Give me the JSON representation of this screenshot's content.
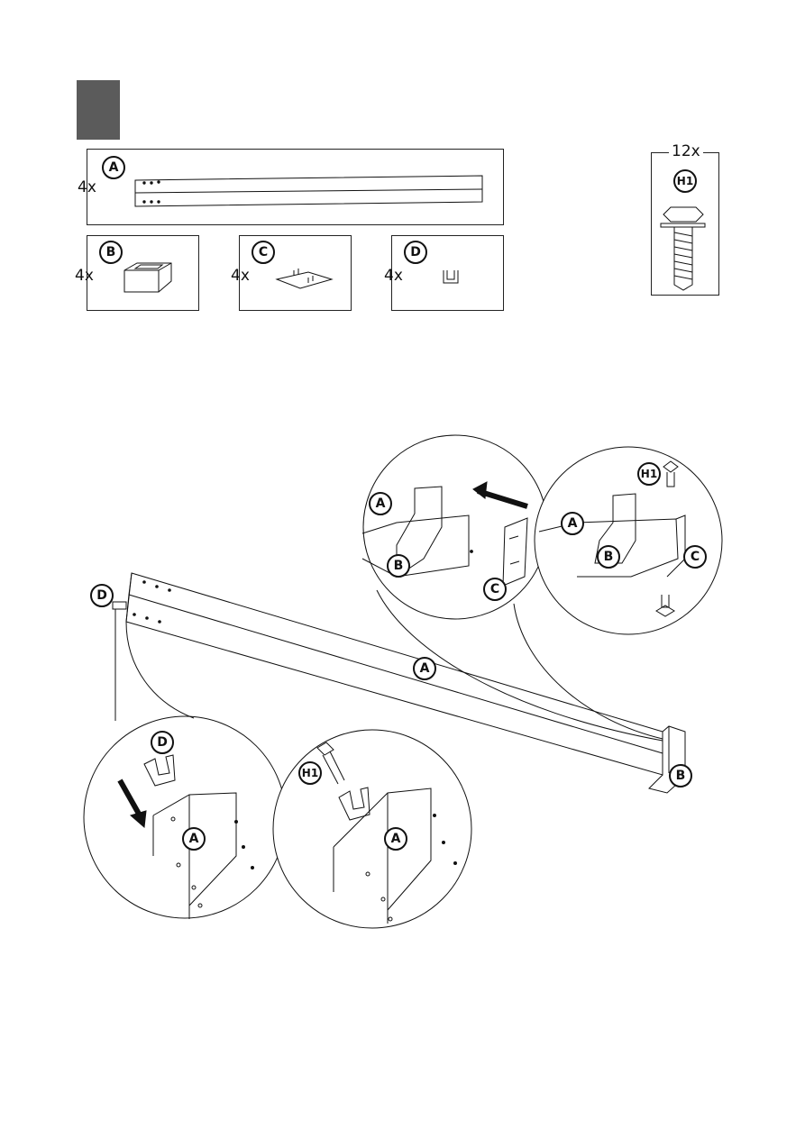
{
  "parts": {
    "A": {
      "label": "A",
      "qty": "4x"
    },
    "B": {
      "label": "B",
      "qty": "4x"
    },
    "C": {
      "label": "C",
      "qty": "4x"
    },
    "D": {
      "label": "D",
      "qty": "4x"
    },
    "H1": {
      "label": "H1",
      "qty": "12x"
    }
  },
  "diagram_labels": {
    "main_beam": "A",
    "main_end_cap": "B",
    "main_bracket": "D",
    "zoom_top_left": {
      "beam": "A",
      "cap": "B",
      "plate": "C"
    },
    "zoom_top_right": {
      "bolt": "H1",
      "beam": "A",
      "cap": "B",
      "plate": "C"
    },
    "zoom_bottom_left": {
      "bracket": "D",
      "beam": "A"
    },
    "zoom_bottom_right": {
      "bolt": "H1",
      "beam": "A"
    }
  },
  "colors": {
    "step_block": "#5b5b5b",
    "line": "#111111"
  }
}
